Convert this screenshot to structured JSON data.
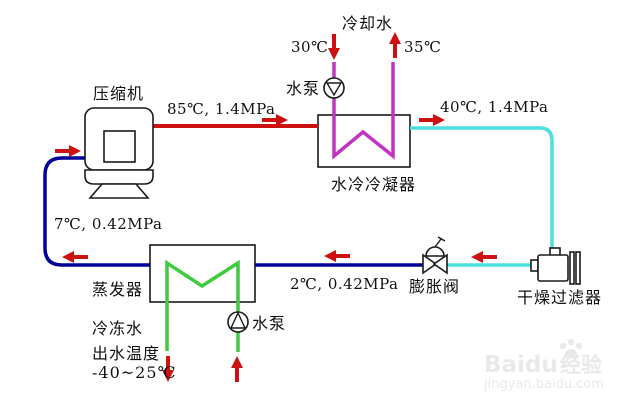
{
  "colors": {
    "hot_gas_line": "#cc1111",
    "liquid_line": "#4ddfdd",
    "suction_line": "#000099",
    "cooling_water_line": "#c333c3",
    "chilled_water_line": "#3ecc3e",
    "flow_arrow": "#cc1111",
    "outline": "#1a1a1a",
    "watermark": "#e9e9e9"
  },
  "devices": {
    "compressor": "压缩机",
    "condenser": "水冷冷凝器",
    "evaporator": "蒸发器",
    "expansion_valve": "膨胀阀",
    "drier_filter": "干燥过滤器",
    "pump_condenser": "水泵",
    "pump_evaporator": "水泵"
  },
  "streams": {
    "cooling_water_title": "冷却水",
    "cooling_water_in_temp": "30℃",
    "cooling_water_out_temp": "35℃",
    "compressor_outlet": "85℃, 1.4MPa",
    "condenser_outlet": "40℃, 1.4MPa",
    "expansion_outlet": "2℃, 0.42MPa",
    "evaporator_outlet": "7℃, 0.42MPa",
    "chilled_water_line1": "冷冻水",
    "chilled_water_line2": "出水温度",
    "chilled_water_line3": "-40~25℃"
  },
  "watermark": {
    "brand": "Baidu",
    "brand_cn": "经验",
    "url": "jingyan.baidu.com"
  }
}
